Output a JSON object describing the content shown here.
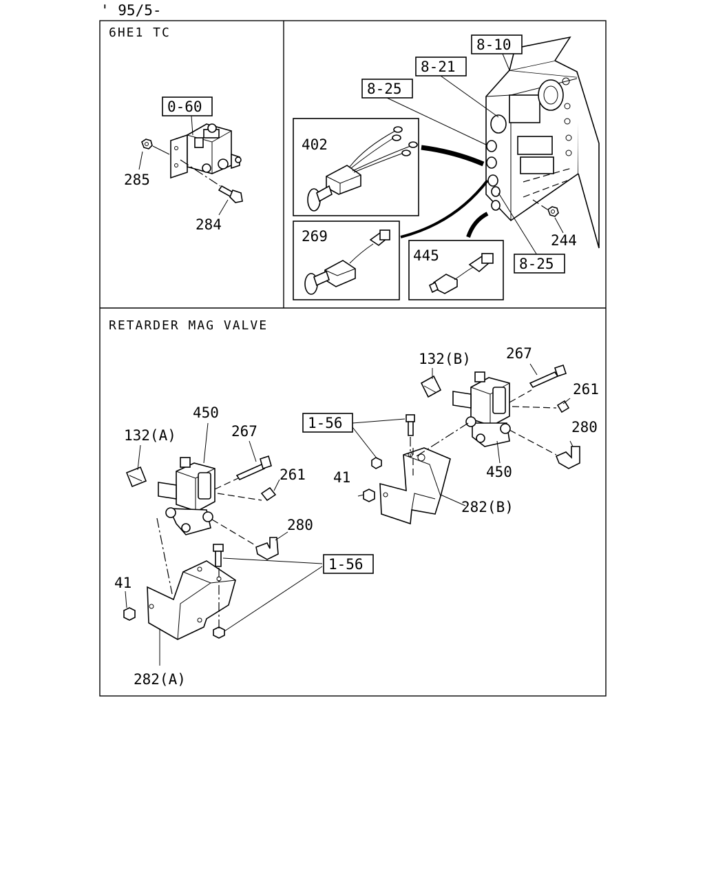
{
  "header": {
    "date_code": "' 95/5-"
  },
  "panels": {
    "top_left_title": "6HE1 TC",
    "bottom_title": "RETARDER MAG VALVE"
  },
  "refs": {
    "r0_60": "0-60",
    "r8_10": "8-10",
    "r8_21": "8-21",
    "r8_25a": "8-25",
    "r8_25b": "8-25",
    "r1_56a": "1-56",
    "r1_56b": "1-56"
  },
  "parts": {
    "p285": "285",
    "p284": "284",
    "p402": "402",
    "p269": "269",
    "p445": "445",
    "p244": "244",
    "p132b": "132(B)",
    "p267b": "267",
    "p261b": "261",
    "p280b": "280",
    "p450b": "450",
    "p41b": "41",
    "p282b": "282(B)",
    "p450a": "450",
    "p132a": "132(A)",
    "p267a": "267",
    "p261a": "261",
    "p280a": "280",
    "p41a": "41",
    "p282a": "282(A)"
  }
}
